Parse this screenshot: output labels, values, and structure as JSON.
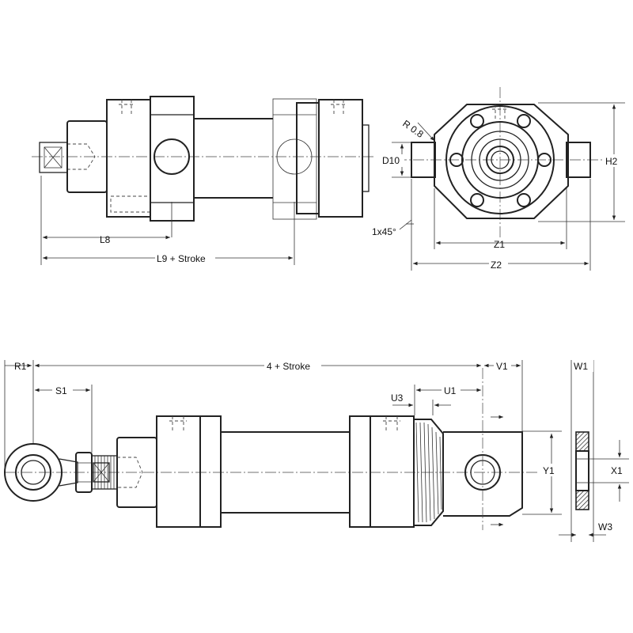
{
  "labels": {
    "l8": "L8",
    "l9": "L9 + Stroke",
    "r08": "R 0.8",
    "d10": "D10",
    "h2": "H2",
    "chamfer": "1x45°",
    "z1": "Z1",
    "z2": "Z2",
    "r1": "R1",
    "stroke4": "4 + Stroke",
    "v1": "V1",
    "w1": "W1",
    "s1": "S1",
    "u3": "U3",
    "u1": "U1",
    "y1": "Y1",
    "x1": "X1",
    "w3": "W3"
  },
  "colors": {
    "line": "#222222",
    "background": "#ffffff"
  }
}
